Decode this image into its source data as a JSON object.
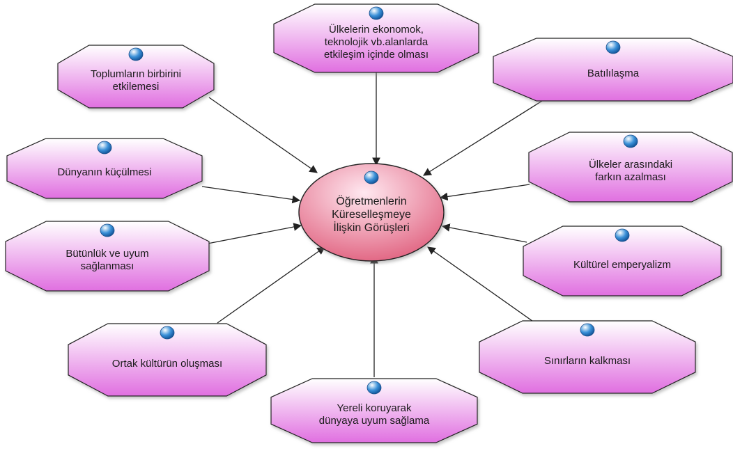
{
  "center": {
    "lines": [
      "Öğretmenlerin",
      "Küreselleşmeye",
      "İlişkin Görüşleri"
    ]
  },
  "nodes": [
    {
      "id": "toplumlarin-birbirini-etkilemesi",
      "lines": [
        "Toplumların birbirini",
        "etkilemesi"
      ]
    },
    {
      "id": "ulkelerin-etkilesim",
      "lines": [
        "Ülkelerin ekonomok,",
        "teknolojik vb.alanlarda",
        "etkileşim içinde olması"
      ]
    },
    {
      "id": "batililasma",
      "lines": [
        "Batılılaşma"
      ]
    },
    {
      "id": "dunyanin-kuculmesi",
      "lines": [
        "Dünyanın küçülmesi"
      ]
    },
    {
      "id": "ulkeler-arasindaki-fark",
      "lines": [
        "Ülkeler arasındaki",
        "farkın azalması"
      ]
    },
    {
      "id": "butunluk-ve-uyum",
      "lines": [
        "Bütünlük ve uyum",
        "sağlanması"
      ]
    },
    {
      "id": "kulturel-emperyalizm",
      "lines": [
        "Kültürel emperyalizm"
      ]
    },
    {
      "id": "ortak-kultur",
      "lines": [
        "Ortak kültürün oluşması"
      ]
    },
    {
      "id": "sinirlarin-kalkmasi",
      "lines": [
        "Sınırların kalkması"
      ]
    },
    {
      "id": "yereli-koruyarak",
      "lines": [
        "Yereli koruyarak",
        "dünyaya uyum sağlama"
      ]
    }
  ],
  "colors": {
    "node_fill_top": "#ffffff",
    "node_fill_bottom": "#e06fe0",
    "center_fill_top": "#ffe8f0",
    "center_fill_bottom": "#e0607e",
    "stroke": "#222222",
    "dot": "#3a90d8"
  },
  "icons": {
    "node_marker": "blue-dot-icon"
  }
}
